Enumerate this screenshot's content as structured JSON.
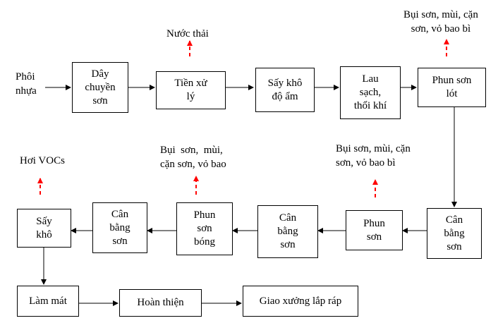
{
  "input_label": "Phôi\nnhựa",
  "boxes": {
    "day_chuyen_son": "Dây\nchuyền\nsơn",
    "tien_xu_ly": "Tiền xử\nlý",
    "say_kho_do_am": "Sấy khô\nđộ ẩm",
    "lau_sach": "Lau\nsạch,\nthổi khí",
    "phun_son_lot": "Phun sơn\nlót",
    "can_bang_son_1": "Cân\nbằng\nsơn",
    "phun_son": "Phun\nsơn",
    "can_bang_son_2": "Cân\nbằng\nsơn",
    "phun_son_bong": "Phun\nsơn\nbóng",
    "can_bang_son_3": "Cân\nbằng\nsơn",
    "say_kho": "Sấy\nkhô",
    "lam_mat": "Làm mát",
    "hoan_thien": "Hoàn thiện",
    "giao_xuong": "Giao xưởng lắp ráp"
  },
  "emissions": {
    "nuoc_thai": "Nước thải",
    "bui_son_lot": "Bụi sơn, mùi, cặn\nsơn, vỏ bao bì",
    "bui_son_phun": "Bụi sơn, mùi, cặn\nsơn, vỏ bao bì",
    "bui_son_bong": "Bụi  sơn,  mùi,\ncặn sơn, vỏ bao",
    "hoi_vocs": "Hơi VOCs"
  },
  "colors": {
    "emission_arrow": "#ff0000",
    "flow_arrow": "#000000"
  }
}
